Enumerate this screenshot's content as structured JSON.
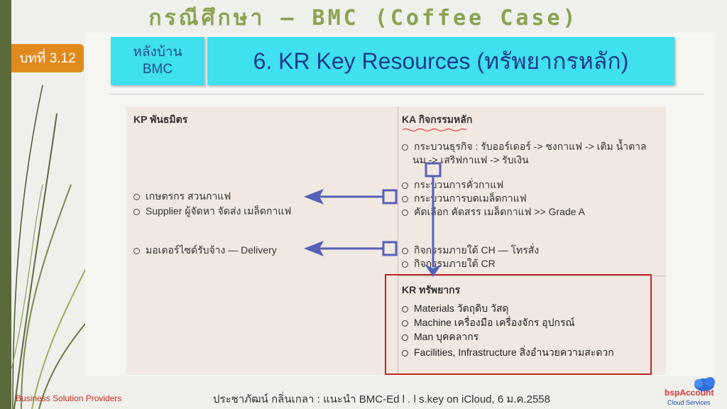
{
  "slide_title": "กรณีศึกษา – BMC (Coffee Case)",
  "badge": "บทที่ 3.12",
  "sub_box": {
    "line1": "หลังบ้าน",
    "line2": "BMC"
  },
  "header": "6. KR Key Resources (ทรัพยากรหลัก)",
  "kp": {
    "title": "KP พันธมิตร",
    "items": [
      "เกษตรกร สวนกาแฟ",
      "Supplier ผู้จัดหา จัดส่ง เมล็ดกาแฟ",
      "มอเตอร์ไซด์รับจ้าง  — Delivery"
    ]
  },
  "ka": {
    "title": "KA กิจกรรมหลัก",
    "items": [
      "กระบวนธุรกิจ : รับออร์เดอร์ -> ชงกาแฟ -> เติม น้ำตาล",
      "นม -> เสริฟกาแฟ -> รับเงิน",
      "กระบวนการคั่วกาแฟ",
      "กระบวนการบดเมล็ดกาแฟ",
      "คัดเลือก คัดสรร เมล็ดกาแฟ >> Grade A",
      "กิจกรรมภายใต้ CH — โทรสั่ง",
      "กิจกรรมภายใต้ CR"
    ]
  },
  "kr": {
    "title": "KR ทรัพยากร",
    "items": [
      "Materials วัตถุดิบ วัสดุ",
      "Machine เครื่องมือ เครื่องจักร อุปกรณ์",
      "Man บุคคลากร",
      "Facilities, Infrastructure สิ่งอำนวยความสะดวก"
    ]
  },
  "footer": {
    "left": "Business Solution Providers",
    "center": "ประชาภัฒน์ กลิ่นเกลา : แนะนำ BMC-Ed l . l s.key on iCloud, 6 ม.ค.2558",
    "logo_line1": "bspAccount",
    "logo_line2": "Cloud Services"
  },
  "colors": {
    "accent_green": "#8aa350",
    "badge_orange": "#e08a1e",
    "cyan": "#3fe0f0",
    "arrow_blue": "#5560b8",
    "kr_border": "#c0262a"
  }
}
